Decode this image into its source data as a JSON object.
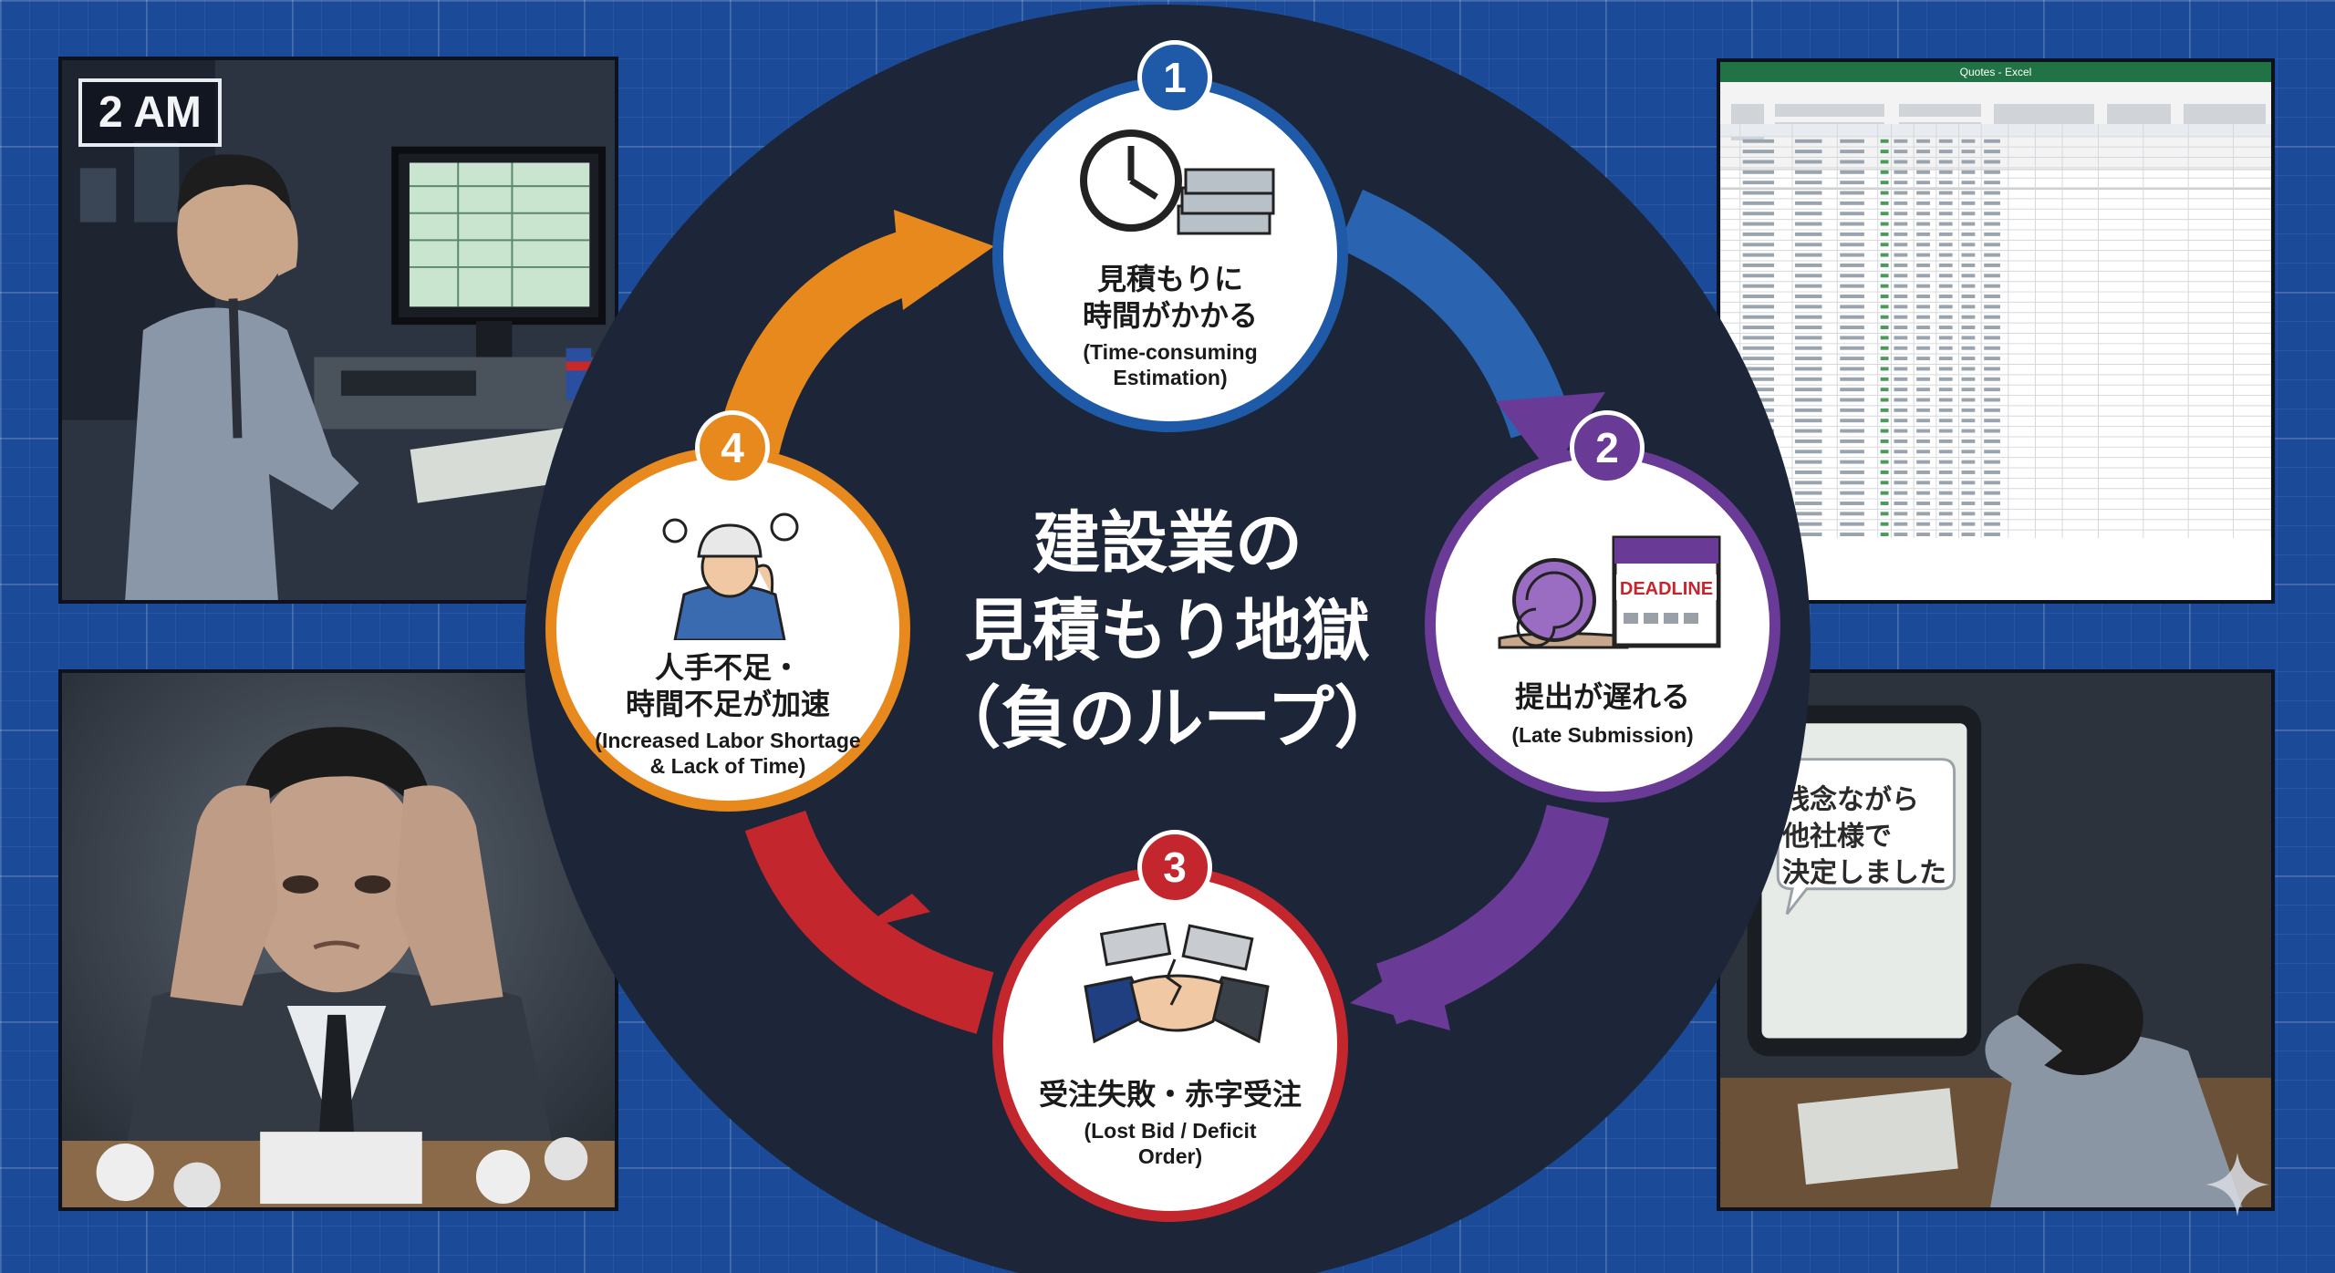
{
  "center_title": {
    "line1": "建設業の",
    "line2": "見積もり地獄",
    "line3": "（負のループ）"
  },
  "steps": [
    {
      "number": "1",
      "jp_line1": "見積もりに",
      "jp_line2": "時間がかかる",
      "en_line1": "(Time-consuming",
      "en_line2": "Estimation)",
      "color": "#1f5aa8"
    },
    {
      "number": "2",
      "jp_line1": "提出が遅れる",
      "en_line1": "(Late Submission)",
      "icon_text": "DEADLINE",
      "color": "#6a3b96"
    },
    {
      "number": "3",
      "jp_line1": "受注失敗・赤字受注",
      "en_line1": "(Lost Bid / Deficit",
      "en_line2": "Order)",
      "color": "#c4262e"
    },
    {
      "number": "4",
      "jp_line1": "人手不足・",
      "jp_line2": "時間不足が加速",
      "en_line1": "(Increased Labor Shortage",
      "en_line2": "& Lack of Time)",
      "color": "#e8891e"
    }
  ],
  "panels": {
    "top_left": {
      "clock_label": "2 AM"
    },
    "bottom_right": {
      "bubble_line1": "残念ながら",
      "bubble_line2": "他社様で",
      "bubble_line3": "決定しました"
    },
    "top_right": {
      "window_title": "Quotes - Excel"
    }
  },
  "colors": {
    "background": "#1a4a98",
    "loop_disc": "#1c2638"
  }
}
